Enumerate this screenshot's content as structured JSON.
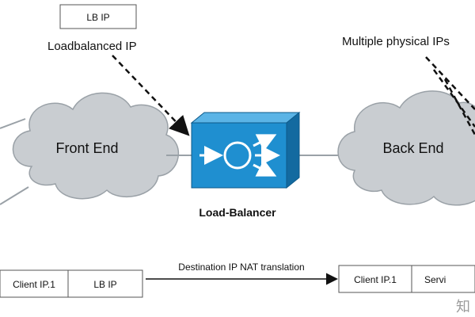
{
  "top_box_label": "LB IP",
  "loadbalanced_ip_label": "Loadbalanced IP",
  "multiple_ips_label": "Multiple physical IPs",
  "front_end_label": "Front End",
  "back_end_label": "Back End",
  "load_balancer_label": "Load-Balancer",
  "nat_label": "Destination IP NAT translation",
  "left_packet": [
    "Client IP.1",
    "LB IP"
  ],
  "right_packet": [
    "Client IP.1",
    "Servi"
  ],
  "watermark_text": "知",
  "colors": {
    "cloud_fill": "#c9cdd1",
    "cloud_stroke": "#9aa1a7",
    "lb_front": "#1f8fd0",
    "lb_top": "#5bb4e6",
    "lb_side": "#136aa0"
  }
}
